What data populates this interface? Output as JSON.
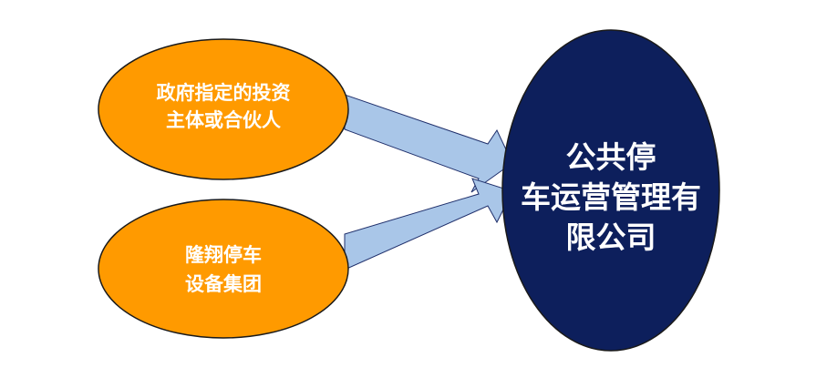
{
  "nodes": [
    {
      "id": "investor",
      "lines": [
        "政府指定的投资",
        "主体或合伙人"
      ],
      "fill": "#FF9A00",
      "text_color": "#FFFFFF"
    },
    {
      "id": "longxiang",
      "lines": [
        "隆翔停车",
        "设备集团"
      ],
      "fill": "#FF9A00",
      "text_color": "#FFFFFF"
    },
    {
      "id": "company",
      "lines": [
        "公共停",
        "车运营管理有",
        "限公司"
      ],
      "fill": "#0D1F5C",
      "text_color": "#FFFFFF"
    }
  ],
  "edges": [
    {
      "from": "investor",
      "to": "company"
    },
    {
      "from": "longxiang",
      "to": "company"
    }
  ],
  "colors": {
    "arrow_fill": "#A9C6E8",
    "arrow_stroke": "#1F2F6B",
    "node_stroke": "#1A1A1A"
  }
}
